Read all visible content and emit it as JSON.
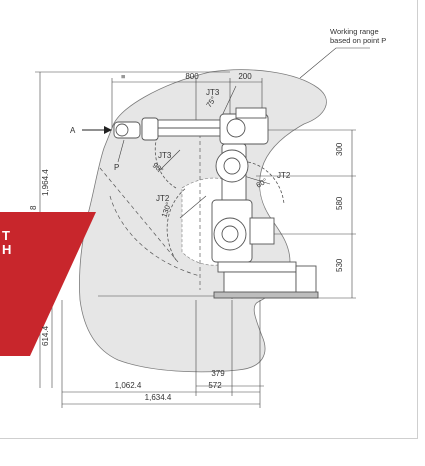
{
  "note": {
    "line1": "Working range",
    "line2": "based on point P"
  },
  "dims_top": {
    "hidden": "≡",
    "d800": "800",
    "d200": "200"
  },
  "dims_right": {
    "d300": "300",
    "d580": "580",
    "d530": "530"
  },
  "dims_left": {
    "d1964": "1,964.4",
    "d614": "614.4",
    "cut": "8"
  },
  "dims_bottom": {
    "d379": "379",
    "d1062": "1,062.4",
    "d572": "572",
    "d1634": "1,634.4"
  },
  "joints": {
    "jt3_top": "JT3",
    "jt3_mid": "JT3",
    "jt2_right": "JT2",
    "jt2_left": "JT2"
  },
  "angles": {
    "a75": "75°",
    "a90": "90°",
    "a60": "60°",
    "a130": "130°"
  },
  "markers": {
    "view_a": "A",
    "point_p": "P"
  },
  "banner": {
    "line1": "T",
    "line2": "H",
    "color": "#c8262c"
  },
  "colors": {
    "range_fill": "#e6e6e6",
    "line": "#444444",
    "robot": "#8a8a8a"
  }
}
